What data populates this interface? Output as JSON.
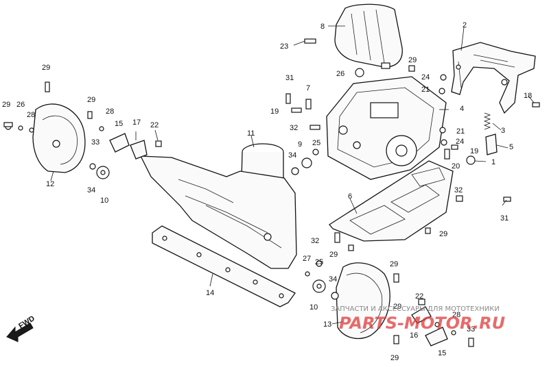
{
  "diagram": {
    "part_callouts": [
      {
        "id": "c1",
        "text": "1"
      },
      {
        "id": "c2",
        "text": "2"
      },
      {
        "id": "c3",
        "text": "3"
      },
      {
        "id": "c4",
        "text": "4"
      },
      {
        "id": "c5",
        "text": "5"
      },
      {
        "id": "c6",
        "text": "6"
      },
      {
        "id": "c7",
        "text": "7"
      },
      {
        "id": "c8",
        "text": "8"
      },
      {
        "id": "c9",
        "text": "9"
      },
      {
        "id": "c10a",
        "text": "10"
      },
      {
        "id": "c10b",
        "text": "10"
      },
      {
        "id": "c11",
        "text": "11"
      },
      {
        "id": "c12",
        "text": "12"
      },
      {
        "id": "c13",
        "text": "13"
      },
      {
        "id": "c14",
        "text": "14"
      },
      {
        "id": "c15a",
        "text": "15"
      },
      {
        "id": "c15b",
        "text": "15"
      },
      {
        "id": "c16",
        "text": "16"
      },
      {
        "id": "c17",
        "text": "17"
      },
      {
        "id": "c18",
        "text": "18"
      },
      {
        "id": "c19a",
        "text": "19"
      },
      {
        "id": "c19b",
        "text": "19"
      },
      {
        "id": "c20",
        "text": "20"
      },
      {
        "id": "c21a",
        "text": "21"
      },
      {
        "id": "c21b",
        "text": "21"
      },
      {
        "id": "c22a",
        "text": "22"
      },
      {
        "id": "c22b",
        "text": "22"
      },
      {
        "id": "c23",
        "text": "23"
      },
      {
        "id": "c24a",
        "text": "24"
      },
      {
        "id": "c24b",
        "text": "24"
      },
      {
        "id": "c25a",
        "text": "25"
      },
      {
        "id": "c25b",
        "text": "25"
      },
      {
        "id": "c26a",
        "text": "26"
      },
      {
        "id": "c26b",
        "text": "26"
      },
      {
        "id": "c27",
        "text": "27"
      },
      {
        "id": "c28a",
        "text": "28"
      },
      {
        "id": "c28b",
        "text": "28"
      },
      {
        "id": "c28c",
        "text": "28"
      },
      {
        "id": "c29a",
        "text": "29"
      },
      {
        "id": "c29b",
        "text": "29"
      },
      {
        "id": "c29c",
        "text": "29"
      },
      {
        "id": "c29d",
        "text": "29"
      },
      {
        "id": "c29e",
        "text": "29"
      },
      {
        "id": "c29f",
        "text": "29"
      },
      {
        "id": "c29g",
        "text": "29"
      },
      {
        "id": "c29h",
        "text": "29"
      },
      {
        "id": "c29i",
        "text": "29"
      },
      {
        "id": "c31a",
        "text": "31"
      },
      {
        "id": "c31b",
        "text": "31"
      },
      {
        "id": "c32a",
        "text": "32"
      },
      {
        "id": "c32b",
        "text": "32"
      },
      {
        "id": "c32c",
        "text": "32"
      },
      {
        "id": "c33a",
        "text": "33"
      },
      {
        "id": "c33b",
        "text": "33"
      },
      {
        "id": "c34a",
        "text": "34"
      },
      {
        "id": "c34b",
        "text": "34"
      },
      {
        "id": "c34c",
        "text": "34"
      }
    ],
    "direction_marker": "FWD"
  },
  "watermark": {
    "caption": "ЗАПЧАСТИ И АКСЕССУАРЫ ДЛЯ МОТОТЕХНИКИ",
    "brand": "PARTS-MOTOR.RU",
    "brand_color": "#e03a3a",
    "caption_color": "#8a8a8a"
  }
}
